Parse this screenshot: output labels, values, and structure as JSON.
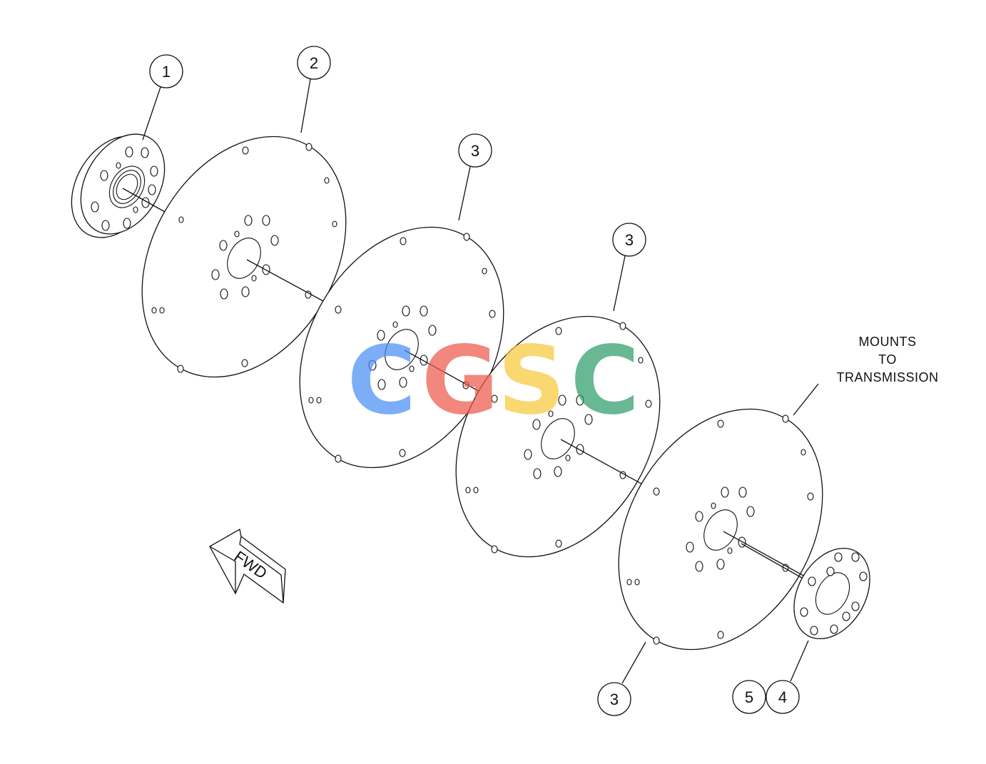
{
  "callouts": {
    "c1": "1",
    "c2": "2",
    "c3a": "3",
    "c3b": "3",
    "c3c": "3",
    "c4": "4",
    "c5": "5"
  },
  "note": {
    "line1": "MOUNTS",
    "line2": "TO",
    "line3": "TRANSMISSION"
  },
  "fwd_arrow": {
    "label": "FWD"
  },
  "watermark": {
    "letters": [
      "C",
      "G",
      "S",
      "C"
    ],
    "colors": [
      "#4a8ef5",
      "#ee5a4c",
      "#f7c83b",
      "#2f9d6a"
    ]
  },
  "colors": {
    "line": "#111111",
    "background": "#ffffff"
  }
}
